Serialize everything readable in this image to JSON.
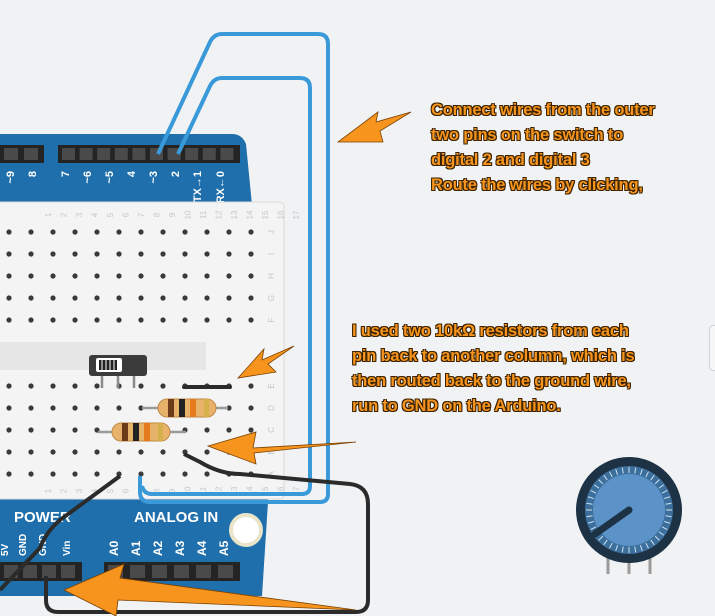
{
  "annotations": {
    "top_note": [
      "Connect wires from the outer",
      "two pins on the switch to",
      "digital 2 and digital 3",
      "Route the wires by clicking,"
    ],
    "mid_note": [
      "I used two 10kΩ resistors from each",
      "pin back to another column, which is",
      "then routed back to the ground wire,",
      "run to GND on the Arduino."
    ]
  },
  "arduino": {
    "digital_pins": [
      "~9",
      "8",
      "7",
      "~6",
      "~5",
      "4",
      "~3",
      "2",
      "TX→1",
      "RX←0"
    ],
    "power_label": "POWER",
    "power_pins": [
      "5V",
      "GND",
      "GND",
      "Vin"
    ],
    "analog_label": "ANALOG IN",
    "analog_pins": [
      "A0",
      "A1",
      "A2",
      "A3",
      "A4",
      "A5"
    ]
  },
  "breadboard": {
    "column_numbers": [
      "1",
      "2",
      "3",
      "4",
      "5",
      "6",
      "7",
      "8",
      "9",
      "10",
      "11",
      "12",
      "13",
      "14",
      "15",
      "16",
      "17"
    ],
    "top_rows": [
      "J",
      "I",
      "H",
      "G",
      "F"
    ],
    "bottom_rows": [
      "E",
      "D",
      "C",
      "B",
      "A"
    ]
  },
  "components": [
    "slide-switch",
    "resistor",
    "resistor",
    "potentiometer"
  ],
  "colors": {
    "background": "#f1f2f4",
    "arduino_board": "#1f6fad",
    "wire_blue": "#3a99d8",
    "wire_black": "#2b2b2b",
    "arrow_orange": "#f7941d",
    "breadboard": "#f4f4f4"
  }
}
